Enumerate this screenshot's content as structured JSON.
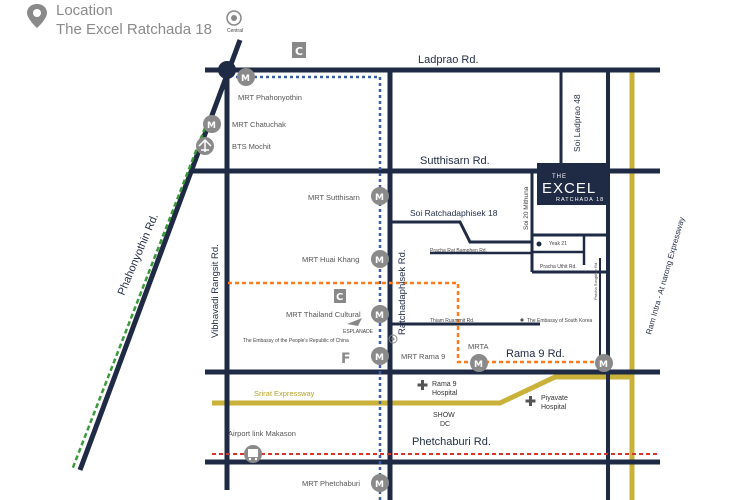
{
  "header": {
    "title": "Location",
    "subtitle": "The Excel Ratchada 18"
  },
  "brand": {
    "the": "THE",
    "name": "EXCEL",
    "sub": "RATCHADA 18"
  },
  "roads": {
    "ladprao": "Ladprao Rd.",
    "sutthisarn": "Sutthisarn Rd.",
    "soi_ratchadaphisek_18": "Soi Ratchadaphisek 18",
    "rama9": "Rama 9 Rd.",
    "phetchaburi": "Phetchaburi Rd.",
    "phahonyothin": "Phahonyothin Rd.",
    "vibhavadi": "Vibhavadi Rangsit Rd.",
    "ratchadaphisek": "Ratchadaphisek Rd.",
    "soi_ladprao_48": "Soi Ladprao 48",
    "soi_20_mithuna": "Soi 20 Mithuna",
    "ram_intra": "Ram Intra - At narong Expressway",
    "sirat": "Srirat Expressway",
    "pracha_rat_bamphen": "Pracha Rat Bamphen Rd.",
    "pracha_uthit": "Pracha Uthit Rd.",
    "thiam_ruam_mit": "Thiam Ruammit Rd.",
    "yeak21": "Yeak 21",
    "pracha_songkhro": "Pracha Songkhro Rd."
  },
  "stations": {
    "phahonyothin": "MRT Phahonyothin",
    "chatuchak": "MRT Chatuchak",
    "mochit": "BTS Mochit",
    "sutthisarn": "MRT Sutthisarn",
    "huai_khwang": "MRT Huai Khang",
    "thailand_cultural": "MRT Thailand Cultural",
    "rama9": "MRT Rama 9",
    "mrta": "MRTA",
    "airport_makason": "Airport link Makason",
    "phetchaburi": "MRT Phetchaburi"
  },
  "places": {
    "esplanade": "ESPLANADE",
    "embassy_china": "The Embassy of the People's Republic of China",
    "embassy_korea": "The Embassy of South Korea",
    "rama9_hospital": "Rama 9\nHospital",
    "rama9_hospital_l1": "Rama 9",
    "rama9_hospital_l2": "Hospital",
    "piyavate_l1": "Piyavate",
    "piyavate_l2": "Hospital",
    "show_dc_l1": "SHOW",
    "show_dc_l2": "DC",
    "central": "Central"
  },
  "icons": {
    "pin": "location-pin-icon",
    "mrt": "mrt-station-icon",
    "bts": "bts-station-icon",
    "airport_link": "airport-link-icon",
    "hospital": "hospital-cross-icon",
    "central": "central-logo-icon",
    "big_c": "big-c-logo-icon",
    "fortune": "fortune-logo-icon",
    "esplanade": "esplanade-logo-icon"
  },
  "colors": {
    "road": "#1f2a44",
    "expressway": "#c9b13a",
    "bts_line": "#3a9a3a",
    "mrt_line": "#3b5ea8",
    "orange_line": "#ff7a1a",
    "airport_line": "#d9342b",
    "station_fill": "#8a8a8a",
    "brand_bg": "#1f2a44"
  }
}
